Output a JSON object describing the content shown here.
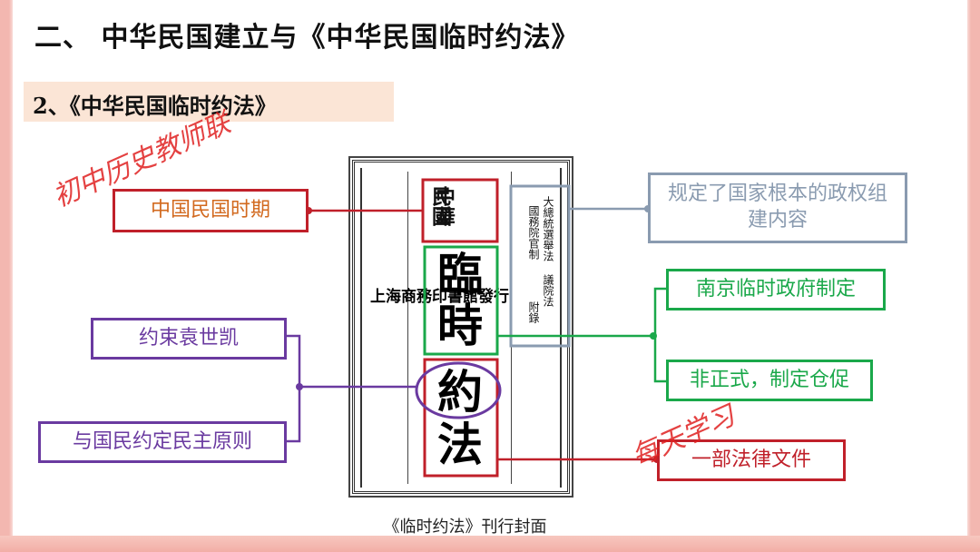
{
  "title": "二、 中华民国建立与《中华民国临时约法》",
  "subtitle": "2、《中华民国临时约法》",
  "watermarks": [
    "初中历史教师联",
    "每天学习"
  ],
  "cover": {
    "top_title_left": "民國",
    "top_title_right": "中華",
    "big_chars": [
      "臨",
      "時",
      "約",
      "法"
    ],
    "publisher": "上海商務印書館發行",
    "appendix_col1": "大總統選舉法",
    "appendix_col2": "國務院官制",
    "appendix_col3": "議院法",
    "appendix_col4": "附錄"
  },
  "labels": {
    "period": "中国民国时期",
    "regime": "规定了国家根本的政权组建内容",
    "nanjing": "南京临时政府制定",
    "informal": "非正式，制定仓促",
    "restrict": "约束袁世凯",
    "agreement": "与国民约定民主原则",
    "law": "一部法律文件"
  },
  "colors": {
    "red": "#c0202a",
    "orange_text": "#d2691e",
    "slate": "#8a9bb0",
    "green": "#1aa84a",
    "purple": "#6a3aa0"
  },
  "caption": "《临时约法》刊行封面"
}
